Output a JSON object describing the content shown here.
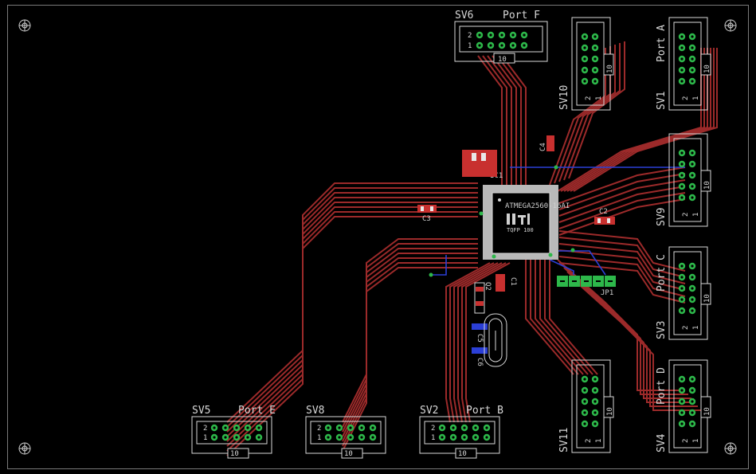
{
  "connectors": {
    "sv6": {
      "name": "SV6",
      "port": "Port F"
    },
    "sv10": {
      "name": "SV10",
      "port": ""
    },
    "sv1": {
      "name": "SV1",
      "port": "Port A"
    },
    "sv9": {
      "name": "SV9",
      "port": ""
    },
    "sv3": {
      "name": "SV3",
      "port": "Port C"
    },
    "sv11": {
      "name": "SV11",
      "port": ""
    },
    "sv4": {
      "name": "SV4",
      "port": "Port D"
    },
    "sv5": {
      "name": "SV5",
      "port": "Port E"
    },
    "sv8": {
      "name": "SV8",
      "port": ""
    },
    "sv2": {
      "name": "SV2",
      "port": "Port B"
    }
  },
  "pin_labels": {
    "pin1": "1",
    "pin2": "2",
    "pin10": "10"
  },
  "chip": {
    "ref": "IC1",
    "part": "ATMEGA2560-16AI",
    "package": "TQFP 100"
  },
  "components": {
    "c1": "C1",
    "c2": "C2",
    "c3": "C3",
    "c4": "C4",
    "c5": "C5",
    "c6": "C6",
    "q2": "Q2",
    "jp1": "JP1"
  },
  "colors": {
    "background": "#000000",
    "trace": "#9c2a2a",
    "pad": "#2db84a",
    "silk": "#d8d8d8",
    "via_blue": "#2b3fd6",
    "smd": "#c8302f"
  }
}
